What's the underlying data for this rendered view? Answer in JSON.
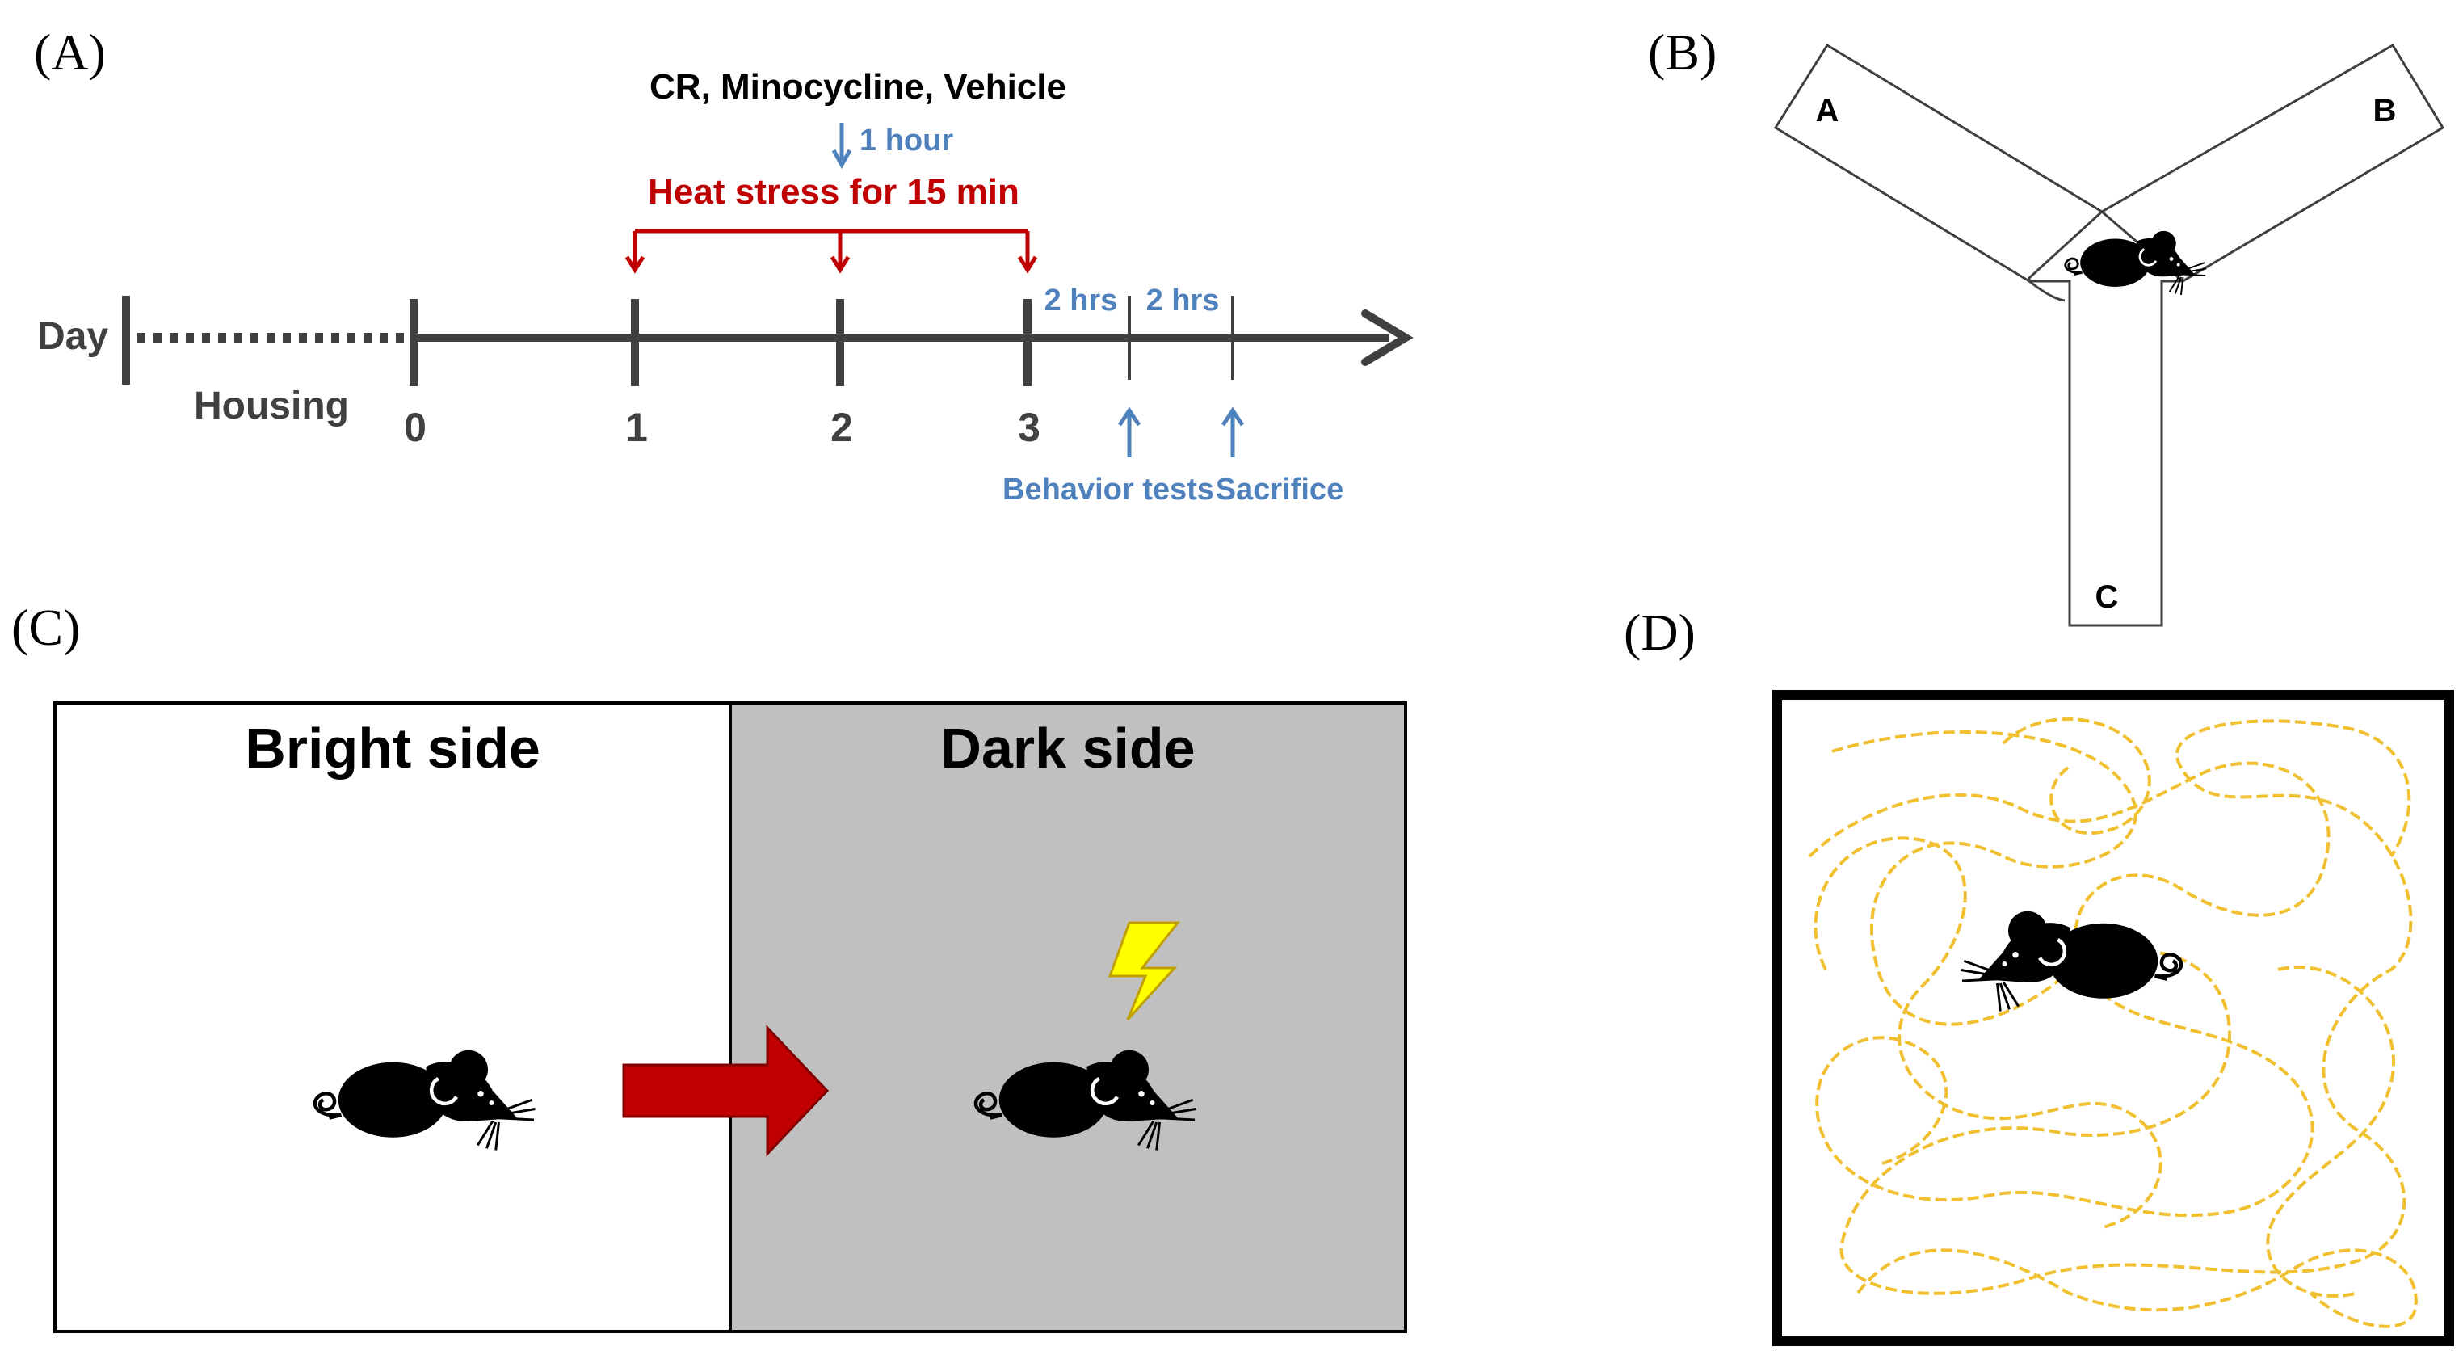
{
  "panels": {
    "a": {
      "label": "(A)",
      "treatment_text": "CR, Minocycline, Vehicle",
      "one_hour_text": "1 hour",
      "heat_stress_text": "Heat stress for 15 min",
      "day_text": "Day",
      "housing_text": "Housing",
      "day_ticks": [
        "0",
        "1",
        "2",
        "3"
      ],
      "interval_1": "2 hrs",
      "interval_2": "2 hrs",
      "behavior_text": "Behavior tests",
      "sacrifice_text": "Sacrifice",
      "colors": {
        "axis": "#404040",
        "heat": "#c00000",
        "blue": "#4f81bd"
      }
    },
    "b": {
      "label": "(B)",
      "arms": [
        "A",
        "B",
        "C"
      ]
    },
    "c": {
      "label": "(C)",
      "bright_title": "Bright side",
      "dark_title": "Dark side",
      "colors": {
        "dark_fill": "#c0c0c0",
        "arrow": "#c00000",
        "bolt": "#ffff00"
      }
    },
    "d": {
      "label": "(D)",
      "colors": {
        "path": "#f0c030"
      }
    }
  }
}
